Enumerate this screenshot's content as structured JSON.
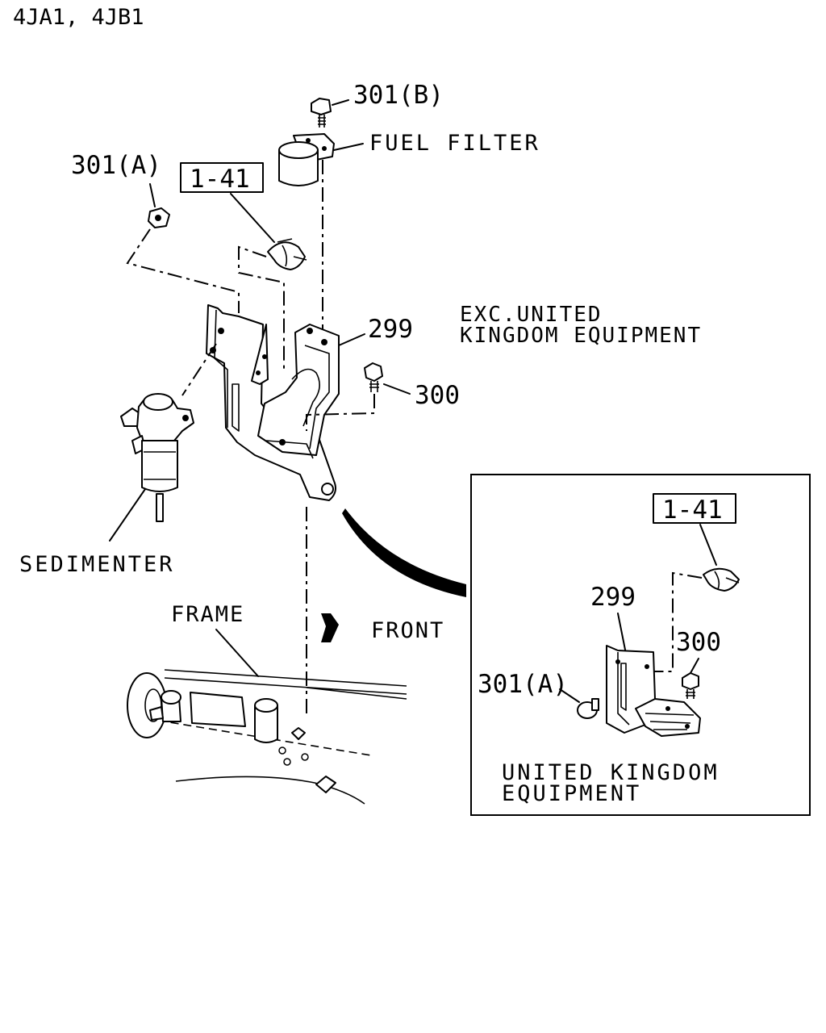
{
  "header": {
    "engine_codes": "4JA1, 4JB1"
  },
  "callouts": {
    "bolt_301b": "301(B)",
    "fuel_filter": "FUEL FILTER",
    "bolt_301a": "301(A)",
    "ref_box": "1-41",
    "bracket_299": "299",
    "bolt_300": "300",
    "exc_uk_line1": "EXC.UNITED",
    "exc_uk_line2": "KINGDOM EQUIPMENT",
    "sedimenter": "SEDIMENTER",
    "frame": "FRAME",
    "front": "FRONT"
  },
  "inset": {
    "ref_box": "1-41",
    "bracket_299": "299",
    "bolt_300": "300",
    "bolt_301a": "301(A)",
    "caption_line1": "UNITED KINGDOM",
    "caption_line2": "EQUIPMENT"
  }
}
